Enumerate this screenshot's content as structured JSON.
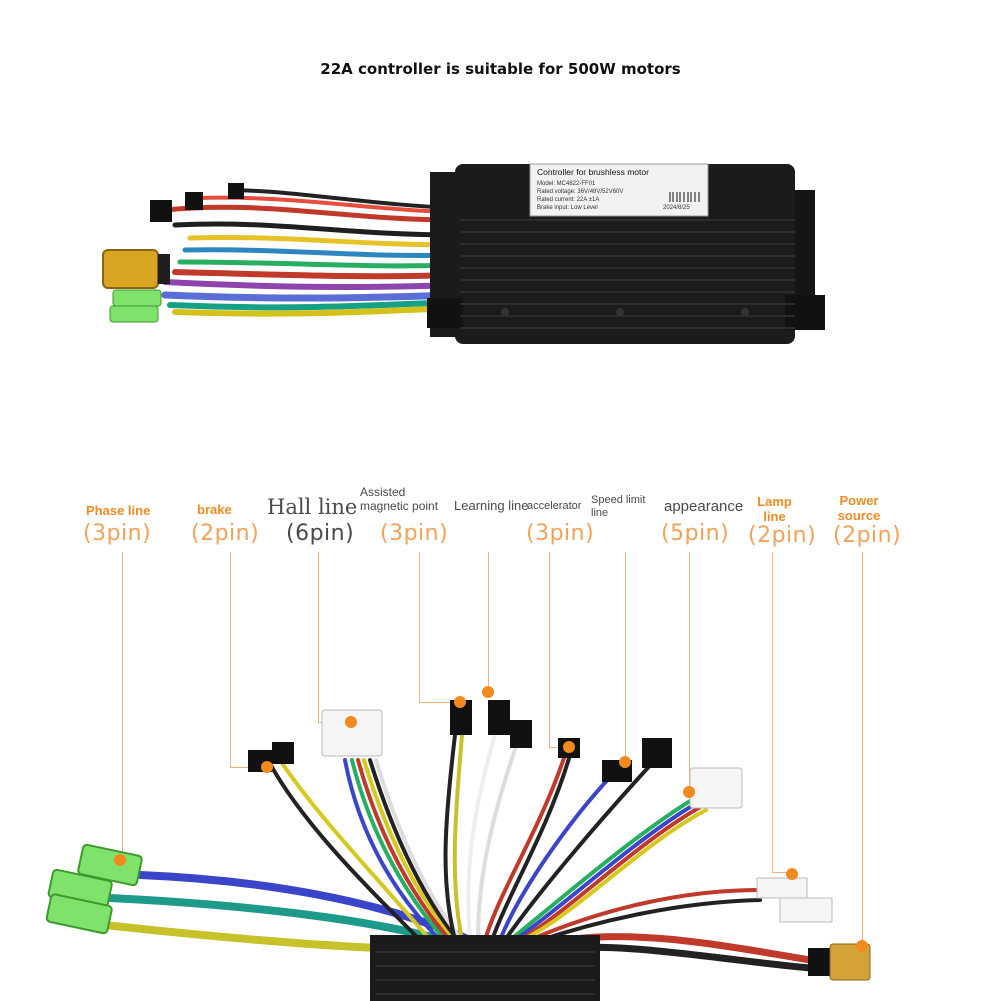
{
  "title": "22A controller is suitable for 500W motors",
  "controller_label": {
    "heading": "Controller for brushless motor",
    "model": "Model: MC4822-FF01",
    "rated_voltage": "Rated voltage: 36V/48V/52V60V",
    "rated_current": "Rated current: 22A ±1A",
    "brake_input": "Brake input: Low Level",
    "date": "2024/8/25"
  },
  "connectors": [
    {
      "name": "Phase line",
      "pins": "(3pin)"
    },
    {
      "name": "brake",
      "pins": "(2pin)"
    },
    {
      "name": "Hall line",
      "pins": "(6pin)"
    },
    {
      "name": "Assisted magnetic point",
      "pins": "(3pin)"
    },
    {
      "name": "Learning line",
      "pins": ""
    },
    {
      "name": "accelerator",
      "pins": "(3pin)"
    },
    {
      "name": "Speed limit line",
      "pins": ""
    },
    {
      "name": "appearance",
      "pins": "(5pin)"
    },
    {
      "name": "Lamp line",
      "pins": "(2pin)"
    },
    {
      "name": "Power source",
      "pins": "(2pin)"
    }
  ],
  "colors": {
    "accent": "#f28a1e",
    "leader": "#f4b27a",
    "controller_body": "#1b1b1b"
  }
}
